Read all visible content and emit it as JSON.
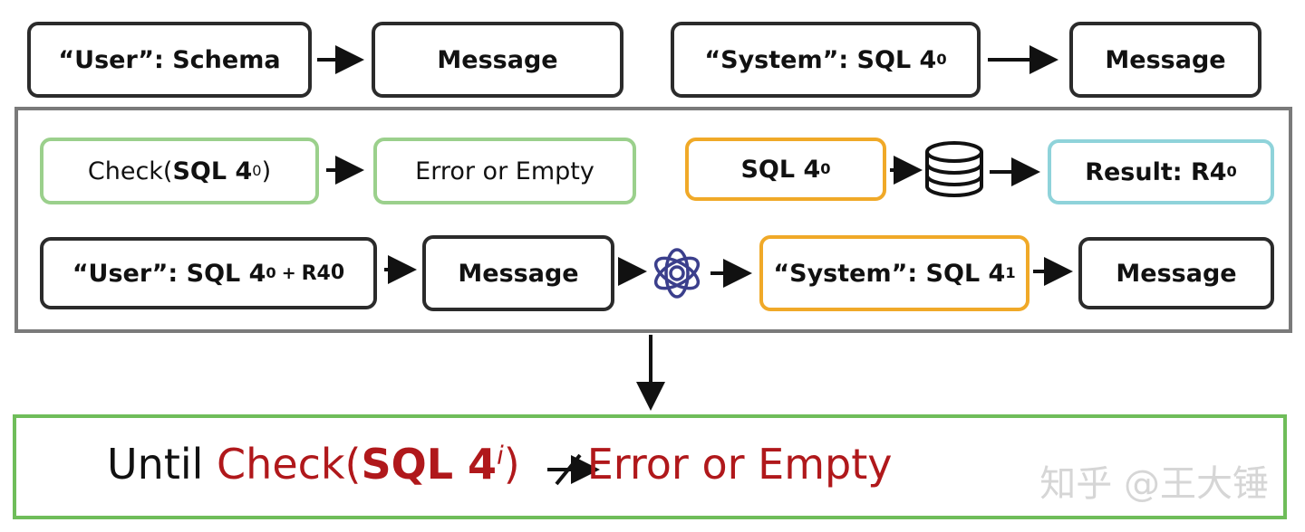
{
  "top_row": {
    "user_schema_prefix": "“User”: ",
    "user_schema_word": "Schema",
    "message_a": "Message",
    "system_sql_prefix": "“System”: SQL 4",
    "system_sql_sup": "0",
    "message_b": "Message"
  },
  "panel": {
    "check_prefix": "Check(",
    "check_sql": "SQL 4",
    "check_sup": "0",
    "check_suffix": ")",
    "error_or_empty": "Error or Empty",
    "sql_box": "SQL 4",
    "sql_box_sup": "0",
    "result_label": "Result: R4",
    "result_sup": "0",
    "user_sql_prefix": "“User”: SQL 4",
    "user_sql_sup": "0",
    "user_sql_plus": "+",
    "user_sql_r": "R4",
    "user_sql_r_sup": "0",
    "message_c": "Message",
    "system_sql1_prefix": "“System”: SQL 4",
    "system_sql1_sup": "1",
    "message_d": "Message"
  },
  "final": {
    "until": "Until ",
    "check_prefix": "Check(",
    "check_sql": "SQL 4",
    "check_sup": "i",
    "check_suffix": ")",
    "result": "Error or Empty"
  },
  "watermark": "知乎 @王大锤",
  "colors": {
    "dark_border": "#2b2b2b",
    "green_border": "#9bd08c",
    "orange_border": "#f0a928",
    "teal_border": "#8fd3da",
    "panel_border": "#7a7a7a",
    "final_border": "#6fbd5a",
    "red_text": "#b0181b"
  },
  "icons": [
    "database-icon",
    "openai-logo-icon"
  ]
}
